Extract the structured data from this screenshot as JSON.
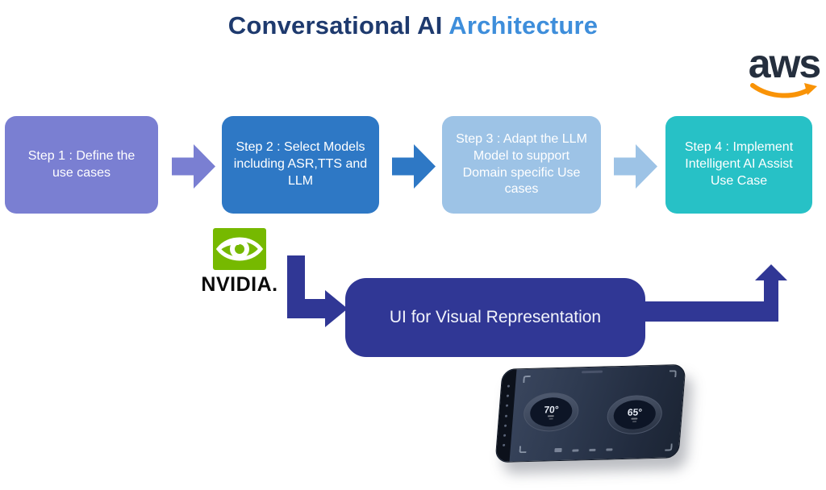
{
  "title": {
    "part1": "Conversational AI",
    "part2": "Architecture"
  },
  "logos": {
    "aws": {
      "text": "aws",
      "text_color": "#252f3e",
      "smile_color": "#f99306"
    },
    "nvidia": {
      "text": "NVIDIA.",
      "green": "#76b900"
    }
  },
  "flow": {
    "steps": [
      {
        "label": "Step 1 : Define the use cases",
        "color": "#7a7fd2"
      },
      {
        "label": "Step 2 : Select Models including ASR,TTS and LLM",
        "color": "#2e78c5"
      },
      {
        "label": "Step 3 : Adapt the LLM Model to support Domain specific Use cases",
        "color": "#9dc3e6"
      },
      {
        "label": "Step 4 : Implement Intelligent AI Assist Use Case",
        "color": "#27c1c6"
      }
    ],
    "connector_color": "#303795"
  },
  "ui_box": {
    "label": "UI for Visual Representation",
    "color": "#303795"
  },
  "device": {
    "left_dial_value": "70°",
    "right_dial_value": "65°"
  }
}
